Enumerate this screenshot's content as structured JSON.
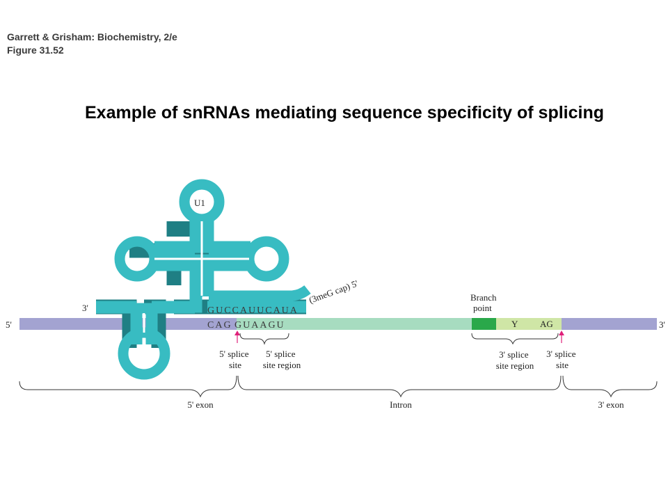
{
  "source": {
    "line1": "Garrett & Grisham: Biochemistry, 2/e",
    "line2": "Figure 31.52"
  },
  "title": "Example of snRNAs mediating sequence specificity of splicing",
  "diagram": {
    "u1_label": "U1",
    "snrna_3prime": "3'",
    "snrna_sequence": "GUCCAUUCAUA",
    "cap_label": "(3meG cap) 5'",
    "pre_mrna_5prime": "5'",
    "pre_mrna_3prime": "3'",
    "pre_mrna_seq_exon": "CAG",
    "pre_mrna_seq_intron": "GUAAGU",
    "branch_point": [
      "Branch",
      "point"
    ],
    "y_label": "Y",
    "ag_label": "AG",
    "five_splice_site": [
      "5' splice",
      "site"
    ],
    "five_splice_region": [
      "5' splice",
      "site region"
    ],
    "three_splice_region": [
      "3' splice",
      "site region"
    ],
    "three_splice_site": [
      "3' splice",
      "site"
    ],
    "five_exon": "5' exon",
    "intron": "Intron",
    "three_exon": "3' exon"
  },
  "colors": {
    "exon": "#a3a3d1",
    "intron": "#a7dcc0",
    "branch": "#2aa84a",
    "three_site_region": "#cfe6a6",
    "snrna": "#38bcc2",
    "arrow": "#e0207a"
  }
}
